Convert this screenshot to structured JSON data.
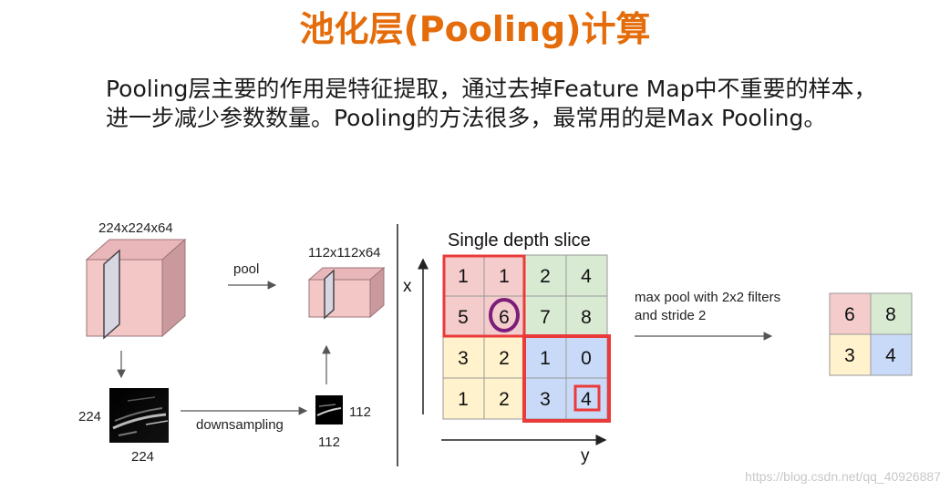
{
  "title": "池化层(Pooling)计算",
  "intro": "Pooling层主要的作用是特征提取，通过去掉Feature Map中不重要的样本，进一步减少参数数量。Pooling的方法很多，最常用的是Max Pooling。",
  "left_diagram": {
    "input_volume_label": "224x224x64",
    "pool_label": "pool",
    "output_volume_label": "112x112x64",
    "input_map_height": "224",
    "input_map_width": "224",
    "downsampling_label": "downsampling",
    "output_map_height": "112",
    "output_map_width": "112"
  },
  "slice": {
    "title": "Single depth slice",
    "x_axis_label": "x",
    "y_axis_label": "y",
    "values": [
      [
        "1",
        "1",
        "2",
        "4"
      ],
      [
        "5",
        "6",
        "7",
        "8"
      ],
      [
        "3",
        "2",
        "1",
        "0"
      ],
      [
        "1",
        "2",
        "3",
        "4"
      ]
    ]
  },
  "operation": {
    "line1": "max pool with 2x2 filters",
    "line2": "and stride 2"
  },
  "result": {
    "values": [
      [
        "6",
        "8"
      ],
      [
        "3",
        "4"
      ]
    ]
  },
  "watermark": "https://blog.csdn.net/qq_40926887",
  "colors": {
    "title": "#E46C0A",
    "red_quadrant": "#F4CCCC",
    "green_quadrant": "#D9EAD3",
    "yellow_quadrant": "#FFF2CC",
    "blue_quadrant": "#C9DAF8",
    "highlight_red": "#EA3A3A",
    "highlight_purple": "#7B1E7A",
    "cube_face": "#F4C7C7",
    "cube_side": "#C9999D",
    "cube_top": "#E9B7BA",
    "watermark": "#C8C8C8"
  }
}
